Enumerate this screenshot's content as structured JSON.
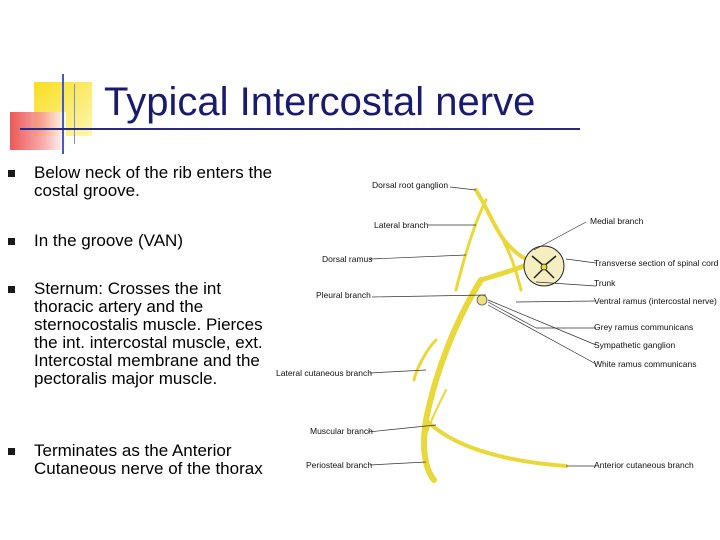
{
  "slide": {
    "title": "Typical Intercostal nerve",
    "bullets": [
      "Below neck of the rib enters the costal groove.",
      "In the groove (VAN)",
      "Sternum: Crosses the int thoracic artery and the sternocostalis muscle. Pierces the int. intercostal muscle, ext. Intercostal membrane and the pectoralis major muscle.",
      "Terminates as the Anterior Cutaneous nerve of the thorax"
    ]
  },
  "diagram": {
    "labels": {
      "dorsal_root_ganglion": "Dorsal root ganglion",
      "lateral_branch": "Lateral branch",
      "medial_branch": "Medial branch",
      "dorsal_ramus": "Dorsal ramus",
      "transverse_section": "Transverse section of spinal cord",
      "pleural_branch": "Pleural branch",
      "trunk": "Trunk",
      "ventral_ramus": "Ventral ramus (intercostal nerve)",
      "grey_ramus": "Grey ramus communicans",
      "sympathetic_ganglion": "Sympathetic ganglion",
      "white_ramus": "White ramus communicans",
      "lateral_cutaneous": "Lateral cutaneous branch",
      "muscular_branch": "Muscular branch",
      "periosteal_branch": "Periosteal branch",
      "anterior_cutaneous": "Anterior cutaneous branch"
    }
  },
  "colors": {
    "title": "#1a1a6e",
    "nerve": "#f2e24a",
    "deco_yellow": "#f5d400",
    "deco_red": "#e84040",
    "deco_blue": "#3a5fcd"
  }
}
